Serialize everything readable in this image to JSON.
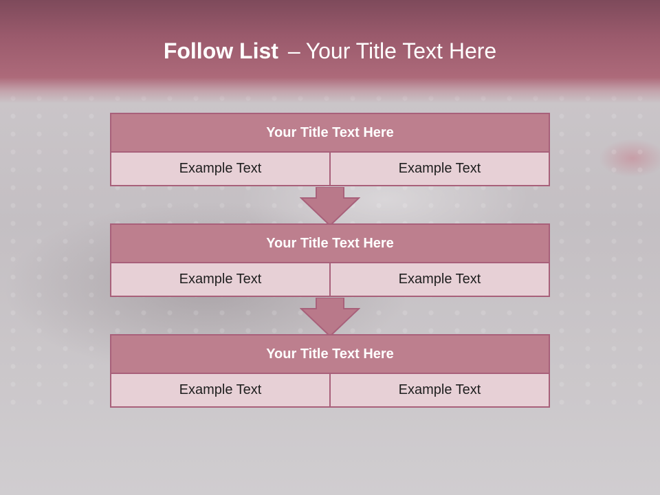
{
  "slide": {
    "title_bold": "Follow List",
    "title_dash": "–",
    "title_rest": "Your Title Text Here"
  },
  "blocks": [
    {
      "title": "Your Title Text Here",
      "left": "Example Text",
      "right": "Example Text"
    },
    {
      "title": "Your Title Text Here",
      "left": "Example Text",
      "right": "Example Text"
    },
    {
      "title": "Your Title Text Here",
      "left": "Example Text",
      "right": "Example Text"
    }
  ],
  "colors": {
    "header": "#9a5a6c",
    "block_title_fill": "#bd7f8e",
    "block_body_fill": "#e7d0d6",
    "border": "#a8607a",
    "arrow_fill": "#b9798a"
  },
  "icons": [
    "down-arrow-icon",
    "down-arrow-icon"
  ]
}
